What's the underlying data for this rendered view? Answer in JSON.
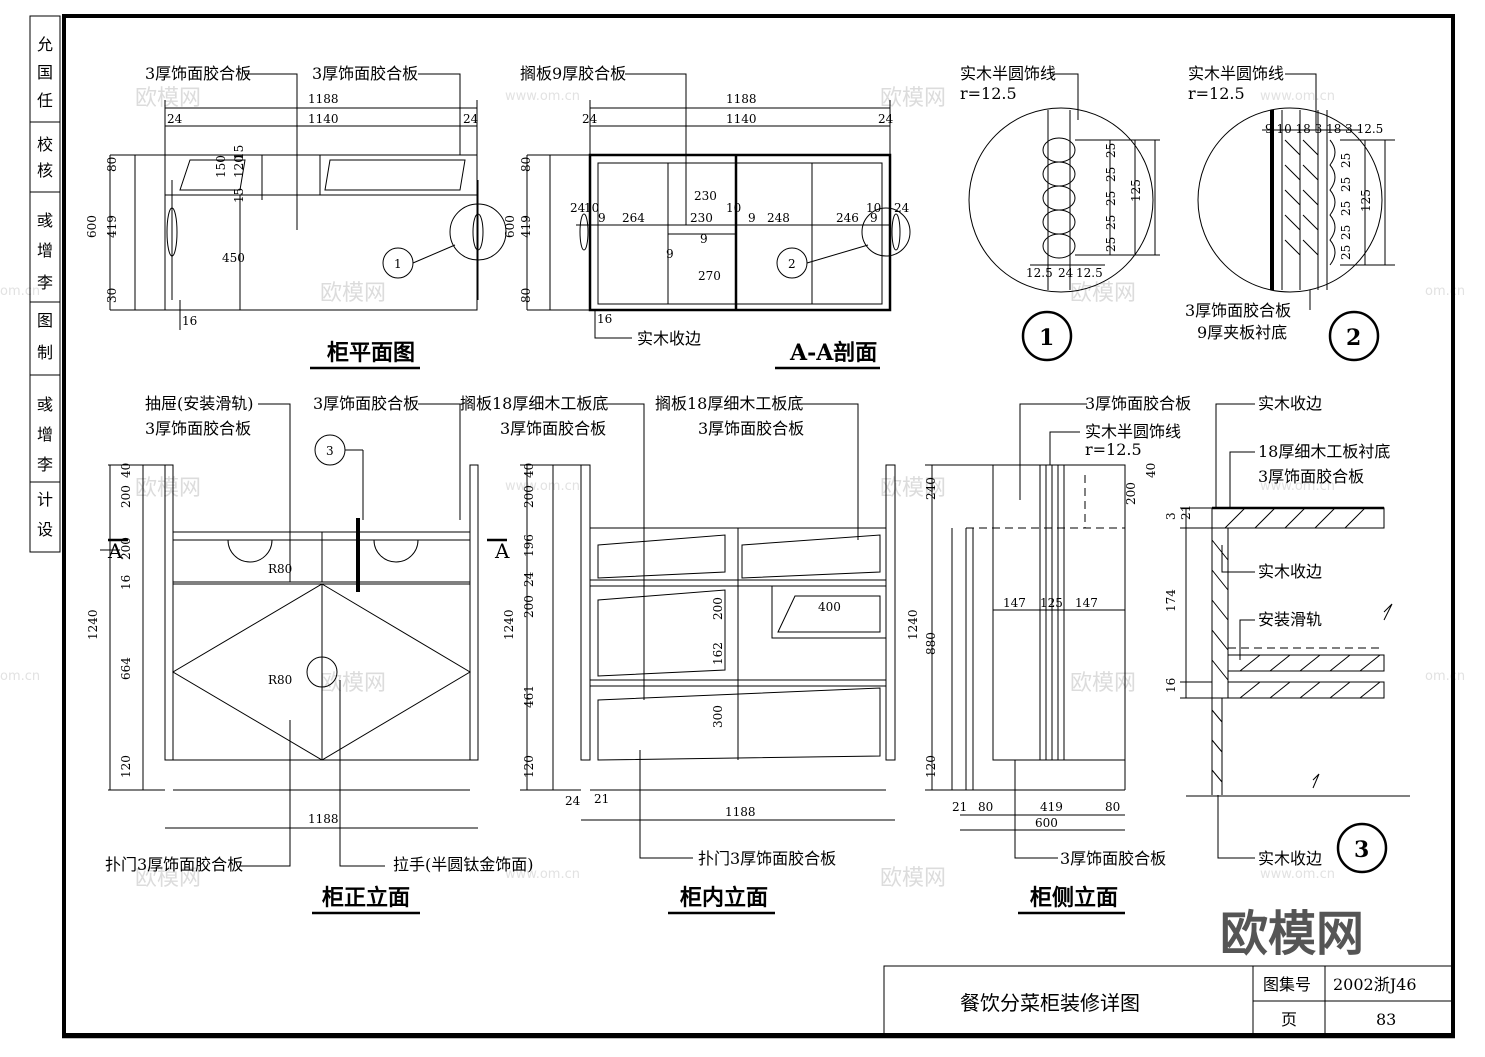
{
  "sidebar": {
    "labels": [
      "允",
      "国",
      "任",
      "校",
      "核",
      "彧",
      "增",
      "李",
      "图",
      "制",
      "彧",
      "增",
      "李",
      "计",
      "设"
    ]
  },
  "views": {
    "plan": {
      "title": "柜平面图",
      "labels": [
        "3厚饰面胶合板",
        "3厚饰面胶合板"
      ],
      "dims": [
        "1188",
        "1140",
        "24",
        "24",
        "80",
        "150",
        "120",
        "15",
        "15",
        "419",
        "600",
        "450",
        "30",
        "16",
        "1"
      ]
    },
    "section_aa": {
      "title": "A-A剖面",
      "labels": [
        "搁板9厚胶合板",
        "实木收边"
      ],
      "dims": [
        "1188",
        "1140",
        "24",
        "24",
        "80",
        "419",
        "600",
        "80",
        "16",
        "24",
        "10",
        "9",
        "264",
        "230",
        "230",
        "9",
        "270",
        "9",
        "10",
        "9",
        "248",
        "246",
        "10",
        "9",
        "24",
        "2"
      ]
    },
    "detail1": {
      "label": "实木半圆饰线",
      "radius": "r=12.5",
      "dims": [
        "25",
        "25",
        "25",
        "25",
        "25",
        "125",
        "12.5",
        "24",
        "12.5"
      ],
      "number": "1"
    },
    "detail2": {
      "label": "实木半圆饰线",
      "radius": "r=12.5",
      "labels_bottom": [
        "3厚饰面胶合板",
        "9厚夹板衬底"
      ],
      "dims_top": "9 10 18 3 18 3 12.5",
      "dims": [
        "25",
        "25",
        "25",
        "25",
        "25",
        "125"
      ],
      "number": "2"
    },
    "front": {
      "title": "柜正立面",
      "labels": [
        "抽屉(安装滑轨)",
        "3厚饰面胶合板",
        "3厚饰面胶合板",
        "扑门3厚饰面胶合板",
        "拉手(半圆钛金饰面)"
      ],
      "section_mark": "A",
      "radius": [
        "R80",
        "R80"
      ],
      "dims": [
        "40",
        "200",
        "200",
        "16",
        "1240",
        "664",
        "120",
        "1188"
      ],
      "callout": "3"
    },
    "inner": {
      "title": "柜内立面",
      "labels": [
        "搁板18厚细木工板底",
        "3厚饰面胶合板",
        "搁板18厚细木工板底",
        "3厚饰面胶合板",
        "扑门3厚饰面胶合板"
      ],
      "dims": [
        "40",
        "200",
        "196",
        "24",
        "200",
        "1240",
        "461",
        "120",
        "400",
        "200",
        "162",
        "300",
        "24",
        "21",
        "1188"
      ]
    },
    "side": {
      "title": "柜侧立面",
      "labels": [
        "3厚饰面胶合板",
        "实木半圆饰线",
        "3厚饰面胶合板"
      ],
      "radius": "r=12.5",
      "dims": [
        "240",
        "1240",
        "880",
        "120",
        "40",
        "200",
        "147",
        "125",
        "147",
        "21",
        "80",
        "419",
        "80",
        "600"
      ]
    },
    "detail3": {
      "labels": [
        "实木收边",
        "18厚细木工板衬底",
        "3厚饰面胶合板",
        "实木收边",
        "安装滑轨",
        "实木收边"
      ],
      "dims": [
        "3",
        "21",
        "174",
        "16"
      ],
      "number": "3"
    }
  },
  "title_block": {
    "drawing_title": "餐饮分菜柜装修详图",
    "atlas_label": "图集号",
    "atlas_value": "2002浙J46",
    "page_label": "页",
    "page_value": "83"
  },
  "watermarks": {
    "brand": "欧模网",
    "url": "www.om.cn",
    "partial": "om.cn"
  }
}
